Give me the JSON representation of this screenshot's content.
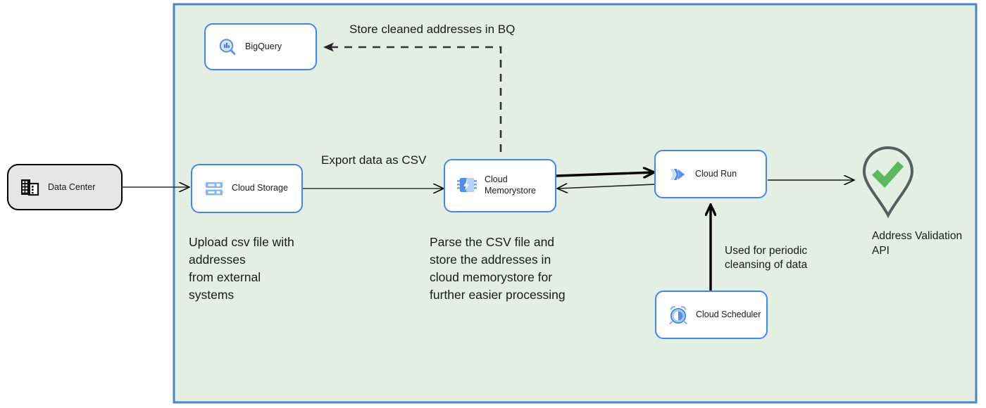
{
  "diagram": {
    "background_color": "#ffffff",
    "boundary": {
      "name": "gcp-project-boundary",
      "fill": "#e2efe2",
      "stroke": "#4a86c8"
    },
    "nodes": [
      {
        "id": "data-center",
        "label": "Data Center",
        "icon": "data-center-building-icon",
        "style": "external",
        "fill": "#e6e6e6",
        "stroke": "#000000"
      },
      {
        "id": "bigquery",
        "label": "BigQuery",
        "icon": "bigquery-magnifier-icon",
        "style": "gcp",
        "fill": "#ffffff",
        "stroke": "#4285f4"
      },
      {
        "id": "cloud-storage",
        "label": "Cloud Storage",
        "icon": "cloud-storage-icon",
        "style": "gcp",
        "fill": "#ffffff",
        "stroke": "#4285f4"
      },
      {
        "id": "cloud-memorystore",
        "label": "Cloud\nMemorystore",
        "icon": "cloud-memorystore-chip-icon",
        "style": "gcp",
        "fill": "#ffffff",
        "stroke": "#4285f4"
      },
      {
        "id": "cloud-run",
        "label": "Cloud Run",
        "icon": "cloud-run-chevron-icon",
        "style": "gcp",
        "fill": "#ffffff",
        "stroke": "#4285f4"
      },
      {
        "id": "cloud-scheduler",
        "label": "Cloud Scheduler",
        "icon": "cloud-scheduler-alarm-clock-icon",
        "style": "gcp",
        "fill": "#ffffff",
        "stroke": "#4285f4"
      },
      {
        "id": "address-validation-api",
        "label": "Address Validation\nAPI",
        "icon": "map-pin-check-icon",
        "style": "icon-only",
        "pin_stroke": "#555f5f",
        "check_fill": "#5cb85c"
      }
    ],
    "edges": [
      {
        "id": "datacenter-to-storage",
        "from": "data-center",
        "to": "cloud-storage",
        "label": "",
        "style": "solid"
      },
      {
        "id": "storage-to-memorystore",
        "from": "cloud-storage",
        "to": "cloud-memorystore",
        "label": "Export data as CSV",
        "style": "solid"
      },
      {
        "id": "memorystore-to-run",
        "from": "cloud-memorystore",
        "to": "cloud-run",
        "label": "",
        "style": "solid-thick"
      },
      {
        "id": "run-to-memorystore",
        "from": "cloud-run",
        "to": "cloud-memorystore",
        "label": "",
        "style": "solid"
      },
      {
        "id": "run-to-address-api",
        "from": "cloud-run",
        "to": "address-validation-api",
        "label": "",
        "style": "solid"
      },
      {
        "id": "memorystore-to-bigquery",
        "from": "cloud-memorystore",
        "to": "bigquery",
        "label": "Store cleaned addresses in BQ",
        "style": "dashed"
      },
      {
        "id": "scheduler-to-run",
        "from": "cloud-scheduler",
        "to": "cloud-run",
        "label": "Used for periodic\ncleansing of data",
        "style": "solid-thick"
      }
    ],
    "notes": [
      {
        "id": "note-upload",
        "text": "Upload csv file with\naddresses\nfrom external\nsystems"
      },
      {
        "id": "note-parse",
        "text": "Parse the CSV file and\nstore the addresses in\ncloud  memorystore for\nfurther easier processing"
      }
    ],
    "edge_labels": {
      "export_csv": "Export data as CSV",
      "store_bq": "Store cleaned addresses in BQ",
      "periodic_cleansing": "Used for periodic\ncleansing of data"
    }
  }
}
